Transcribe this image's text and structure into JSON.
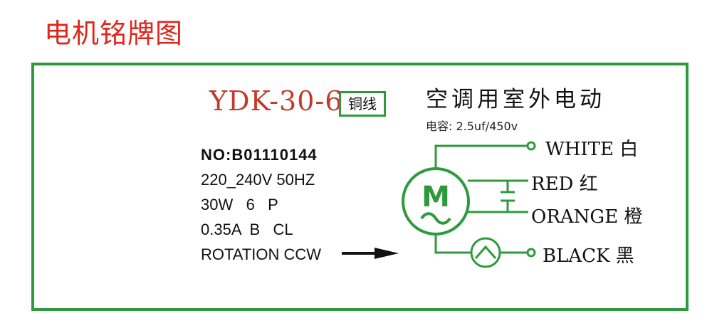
{
  "page_title": "电机铭牌图",
  "nameplate": {
    "model": "YDK-30-6",
    "model_badge": "铜线",
    "product_title": "空调用室外电动",
    "capacitance": "电容: 2.5uf/450v",
    "specs": [
      "NO:B01110144",
      "220_240V 50HZ",
      "30W   6   P",
      "0.35A  B   CL",
      "ROTATION CCW"
    ],
    "motor_symbol": "M",
    "wires": [
      {
        "label": "WHITE 白"
      },
      {
        "label": "RED 红"
      },
      {
        "label": "ORANGE 橙"
      },
      {
        "label": "BLACK 黑"
      }
    ]
  },
  "colors": {
    "accent_green": "#2e9a3e",
    "title_red": "#e0261c",
    "model_red": "#c8382a"
  }
}
